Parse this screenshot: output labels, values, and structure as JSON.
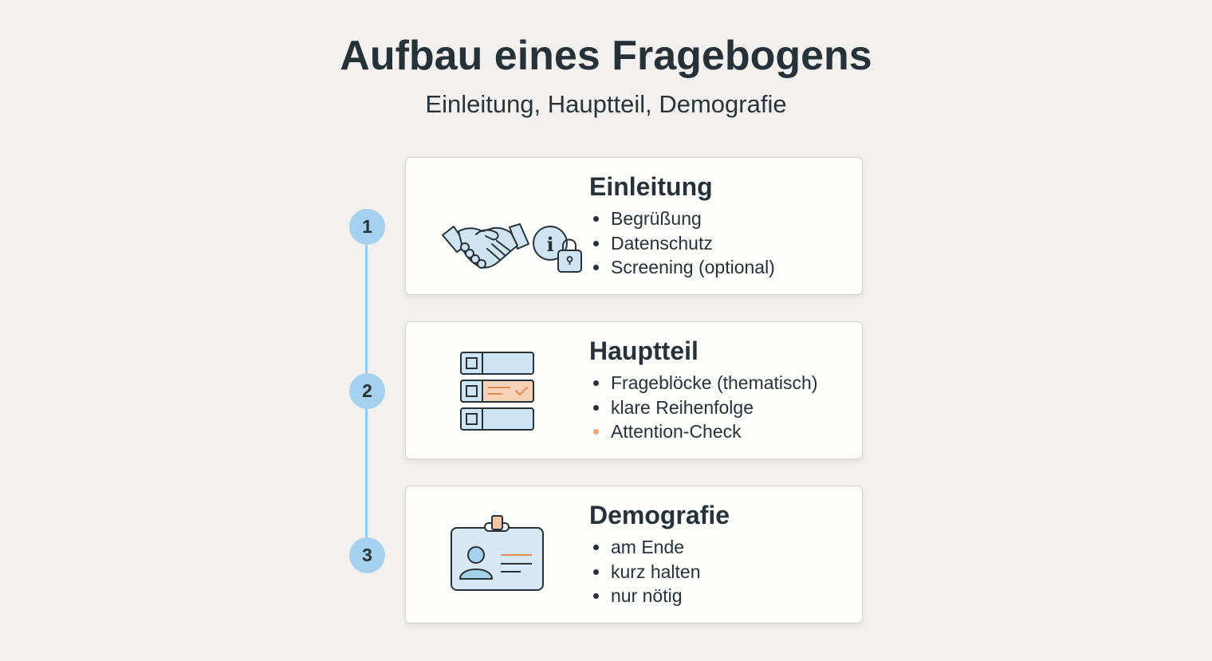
{
  "header": {
    "title": "Aufbau eines Fragebogens",
    "subtitle": "Einleitung, Hauptteil, Demografie"
  },
  "colors": {
    "background": "#f2f1ef",
    "text": "#263238",
    "accent_blue": "#a6d1ee",
    "accent_orange": "#f0a774",
    "card_background": "#fdfdfc"
  },
  "steps": [
    {
      "number": "1",
      "title": "Einleitung",
      "icon": "handshake-and-info-lock-icon",
      "items": [
        {
          "text": "Begrüßung",
          "highlight": false
        },
        {
          "text": "Datenschutz",
          "highlight": false
        },
        {
          "text": "Screening (optional)",
          "highlight": false
        }
      ]
    },
    {
      "number": "2",
      "title": "Hauptteil",
      "icon": "question-blocks-checklist-icon",
      "items": [
        {
          "text": "Frageblöcke (thematisch)",
          "highlight": false
        },
        {
          "text": "klare Reihenfolge",
          "highlight": false
        },
        {
          "text": "Attention-Check",
          "highlight": true
        }
      ]
    },
    {
      "number": "3",
      "title": "Demografie",
      "icon": "id-badge-icon",
      "items": [
        {
          "text": "am Ende",
          "highlight": false
        },
        {
          "text": "kurz halten",
          "highlight": false
        },
        {
          "text": "nur nötig",
          "highlight": false
        }
      ]
    }
  ]
}
